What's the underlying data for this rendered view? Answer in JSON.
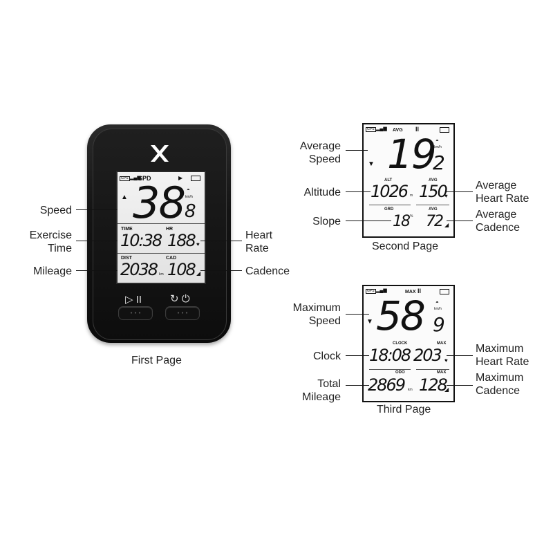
{
  "first_page": {
    "caption": "First Page",
    "labels": {
      "speed": "Speed",
      "exercise_time": [
        "Exercise",
        "Time"
      ],
      "mileage": "Mileage",
      "heart_rate": [
        "Heart",
        "Rate"
      ],
      "cadence": "Cadence"
    },
    "screen": {
      "gps": "GPS",
      "mode": "SPD",
      "speed_main": "38",
      "speed_decimal": "8",
      "speed_unit": "km/h",
      "time_label": "TIME",
      "time_value": "10:38",
      "hr_label": "HR",
      "hr_value": "188",
      "dist_label": "DIST",
      "dist_value": "2038",
      "dist_unit": "km",
      "cad_label": "CAD",
      "cad_value": "108"
    },
    "buttons": {
      "left_icon": "▷ II",
      "right_icon": "↻ ⏻"
    }
  },
  "second_page": {
    "caption": "Second Page",
    "labels": {
      "average_speed": [
        "Average",
        "Speed"
      ],
      "altitude": "Altitude",
      "slope": "Slope",
      "average_heart_rate": [
        "Average",
        "Heart Rate"
      ],
      "average_cadence": [
        "Average",
        "Cadence"
      ]
    },
    "screen": {
      "gps": "GPS",
      "top_label": "AVG",
      "speed_main": "19",
      "speed_decimal": "2",
      "speed_unit": "km/h",
      "alt_label": "ALT",
      "alt_value": "1026",
      "alt_unit": "m",
      "avg_hr_label": "AVG",
      "avg_hr_value": "150",
      "grd_label": "GRD",
      "grd_value": "18",
      "grd_unit": "%",
      "avg_cad_label": "AVG",
      "avg_cad_value": "72"
    }
  },
  "third_page": {
    "caption": "Third Page",
    "labels": {
      "maximum_speed": [
        "Maximum",
        "Speed"
      ],
      "clock": "Clock",
      "total_mileage": [
        "Total",
        "Mileage"
      ],
      "maximum_heart_rate": [
        "Maximum",
        "Heart Rate"
      ],
      "maximum_cadence": [
        "Maximum",
        "Cadence"
      ]
    },
    "screen": {
      "gps": "GPS",
      "top_label": "MAX",
      "speed_main": "58",
      "speed_decimal": "9",
      "speed_unit": "km/h",
      "clock_label": "CLOCK",
      "clock_value": "18:08",
      "max_hr_label": "MAX",
      "max_hr_value": "203",
      "odo_label": "ODO",
      "odo_value": "2869",
      "odo_unit": "km",
      "max_cad_label": "MAX",
      "max_cad_value": "128"
    }
  }
}
